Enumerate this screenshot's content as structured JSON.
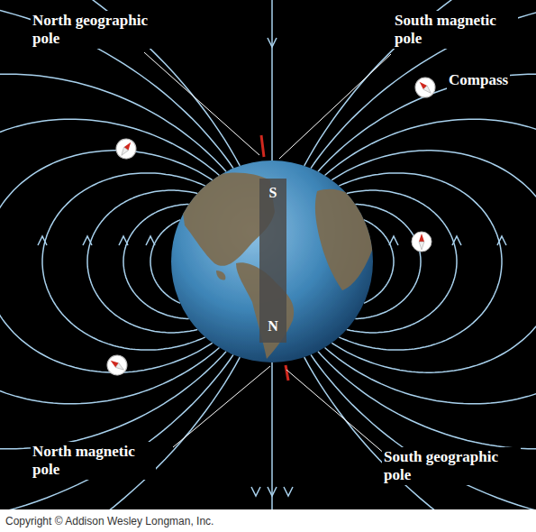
{
  "diagram": {
    "labels": [
      "North geographic pole",
      "South magnetic pole",
      "Compass",
      "S",
      "N",
      "North magnetic pole",
      "South geographic pole",
      "Copyright © Addison Wesley Longman, Inc."
    ]
  }
}
